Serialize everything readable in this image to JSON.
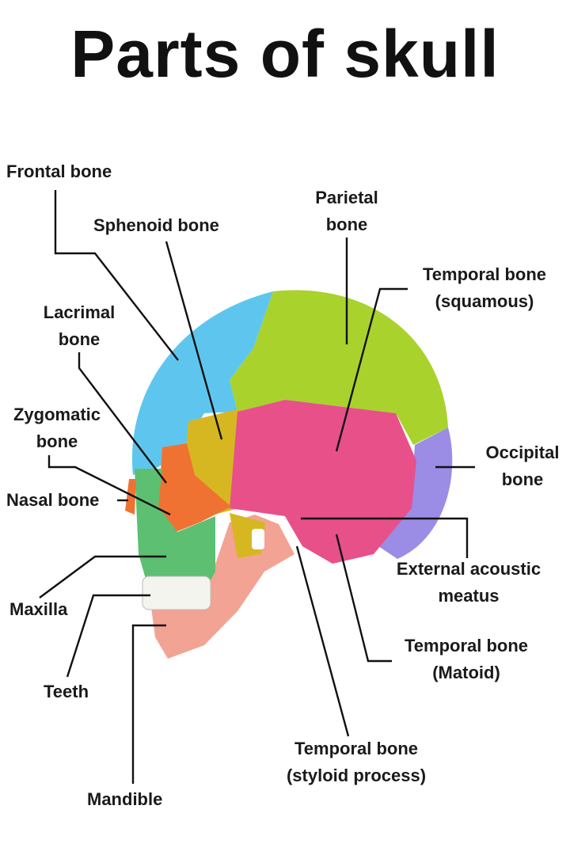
{
  "title": "Parts of skull",
  "labels": {
    "frontal": "Frontal bone",
    "sphenoid": "Sphenoid bone",
    "parietal": [
      "Parietal",
      "bone"
    ],
    "temporal_squamous": [
      "Temporal bone",
      "(squamous)"
    ],
    "lacrimal": [
      "Lacrimal",
      "bone"
    ],
    "zygomatic": [
      "Zygomatic",
      "bone"
    ],
    "nasal": "Nasal bone",
    "occipital": [
      "Occipital",
      "bone"
    ],
    "external_acoustic": [
      "External acoustic",
      "meatus"
    ],
    "maxilla": "Maxilla",
    "temporal_mastoid": [
      "Temporal bone",
      "(Matoid)"
    ],
    "teeth": "Teeth",
    "temporal_styloid": [
      "Temporal bone",
      "(styloid process)"
    ],
    "mandible": "Mandible"
  },
  "colors": {
    "frontal": "#5ec6ee",
    "parietal": "#a9d22c",
    "occipital": "#9b8ce6",
    "sphenoid": "#d6b722",
    "temporal": "#e8508a",
    "zygomatic": "#f07232",
    "maxilla": "#5cbf72",
    "mandible": "#f2a393",
    "teeth": "#f4f4ee"
  }
}
